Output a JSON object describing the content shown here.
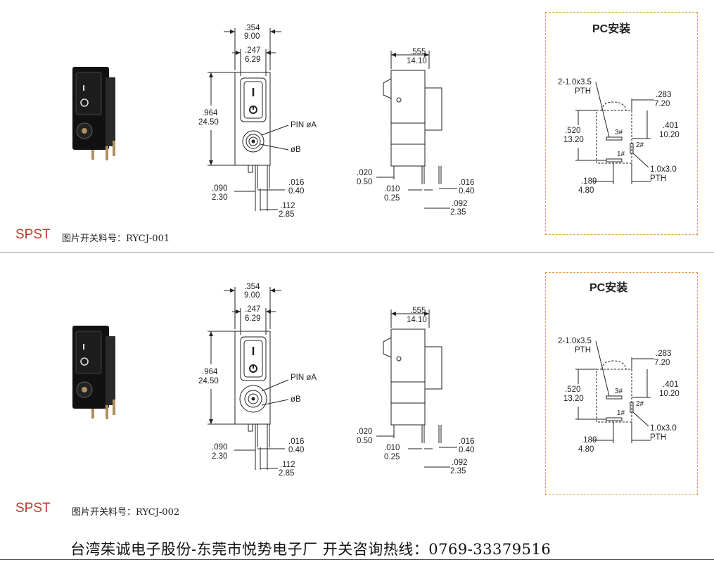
{
  "panels": [
    {
      "spst": "SPST",
      "part_label": "图片开关料号：RYCJ-001",
      "pc_title": "PC安装",
      "front": {
        "w_total_in": ".354",
        "w_total_mm": "9.00",
        "w_inner_in": ".247",
        "w_inner_mm": "6.29",
        "height_in": ".964",
        "height_mm": "24.50",
        "pin_a": "PIN øA",
        "pin_b": "øB",
        "pin_gap_in": ".016",
        "pin_gap_mm": "0.40",
        "pin_off_in": ".090",
        "pin_off_mm": "2.30",
        "pin_pitch_in": ".112",
        "pin_pitch_mm": "2.85"
      },
      "side": {
        "depth_in": ".555",
        "depth_mm": "14.10",
        "t1_in": ".020",
        "t1_mm": "0.50",
        "t2_in": ".010",
        "t2_mm": "0.25",
        "t3_in": ".016",
        "t3_mm": "0.40",
        "t4_in": ".092",
        "t4_mm": "2.35"
      },
      "pcb": {
        "hole_a": "2-1.0x3.5",
        "hole_a_sub": "PTH",
        "w_in": ".283",
        "w_mm": "7.20",
        "h_in": ".520",
        "h_mm": "13.20",
        "h2_in": ".401",
        "h2_mm": "10.20",
        "pin3": "3#",
        "pin2": "2#",
        "pin1": "1#",
        "hole_b": "1.0x3.0",
        "hole_b_sub": "PTH",
        "off_in": ".189",
        "off_mm": "4.80"
      }
    },
    {
      "spst": "SPST",
      "part_label": "图片开关料号：RYCJ-002",
      "pc_title": "PC安装",
      "front": {
        "w_total_in": ".354",
        "w_total_mm": "9.00",
        "w_inner_in": ".247",
        "w_inner_mm": "6.29",
        "height_in": ".964",
        "height_mm": "24.50",
        "pin_a": "PIN øA",
        "pin_b": "øB",
        "pin_gap_in": ".016",
        "pin_gap_mm": "0.40",
        "pin_off_in": ".090",
        "pin_off_mm": "2.30",
        "pin_pitch_in": ".112",
        "pin_pitch_mm": "2.85"
      },
      "side": {
        "depth_in": ".555",
        "depth_mm": "14.10",
        "t1_in": ".020",
        "t1_mm": "0.50",
        "t2_in": ".010",
        "t2_mm": "0.25",
        "t3_in": ".016",
        "t3_mm": "0.40",
        "t4_in": ".092",
        "t4_mm": "2.35"
      },
      "pcb": {
        "hole_a": "2-1.0x3.5",
        "hole_a_sub": "PTH",
        "w_in": ".283",
        "w_mm": "7.20",
        "h_in": ".520",
        "h_mm": "13.20",
        "h2_in": ".401",
        "h2_mm": "10.20",
        "pin3": "3#",
        "pin2": "2#",
        "pin1": "1#",
        "hole_b": "1.0x3.0",
        "hole_b_sub": "PTH",
        "off_in": ".189",
        "off_mm": "4.80"
      }
    }
  ],
  "footer": "台湾茱诚电子股份-东莞市悦势电子厂  开关咨询热线：0769-33379516",
  "colors": {
    "spst": "#c0392b",
    "pc_border": "#e0a040",
    "line": "#222222"
  }
}
